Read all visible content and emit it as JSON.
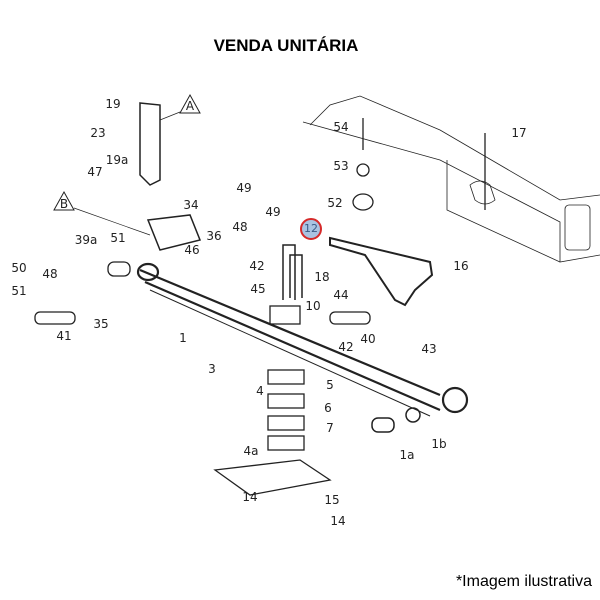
{
  "title": "VENDA UNITÁRIA",
  "note": "*Imagem ilustrativa",
  "highlight_color": "#d62a2a",
  "highlighted_part": "12",
  "views": [
    "A",
    "B"
  ],
  "callouts": [
    "19",
    "23",
    "19a",
    "47",
    "49",
    "34",
    "48",
    "49",
    "36",
    "39a",
    "51",
    "46",
    "42",
    "50",
    "48",
    "45",
    "51",
    "35",
    "41",
    "1",
    "54",
    "17",
    "53",
    "52",
    "18",
    "16",
    "44",
    "10",
    "40",
    "42",
    "43",
    "3",
    "4",
    "5",
    "6",
    "7",
    "4a",
    "1a",
    "1b",
    "14",
    "15",
    "14"
  ]
}
